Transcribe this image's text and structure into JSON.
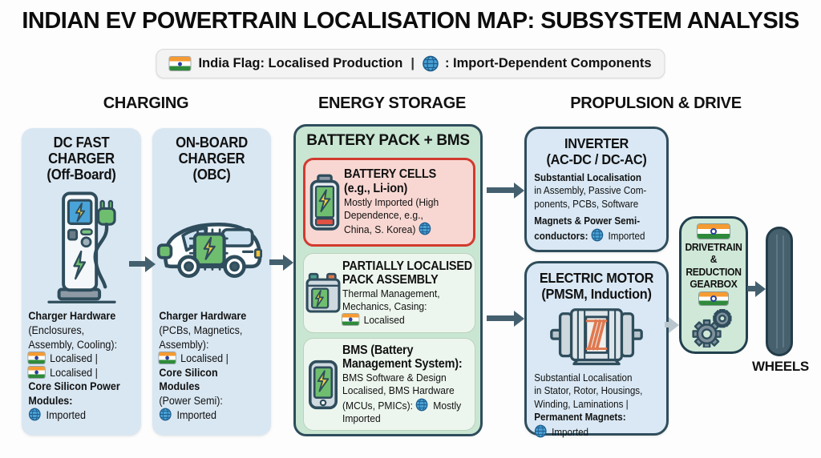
{
  "title": "INDIAN EV POWERTRAIN LOCALISATION MAP: SUBSYSTEM ANALYSIS",
  "legend": {
    "flag_label": "India Flag: Localised Production",
    "separator": "|",
    "globe_label": ": Import-Dependent Components"
  },
  "columns": {
    "charging": "CHARGING",
    "energy": "ENERGY STORAGE",
    "propulsion": "PROPULSION & DRIVE"
  },
  "cards": {
    "dc": {
      "title_lines": [
        "DC FAST",
        "CHARGER",
        "(Off-Board)"
      ],
      "body": [
        [
          {
            "b": 1,
            "t": "Charger Hardware"
          }
        ],
        [
          {
            "t": "(Enclosures,"
          }
        ],
        [
          {
            "t": "Assembly, Cooling):"
          }
        ],
        [
          {
            "icon": "flag"
          },
          {
            "t": " Localised |"
          }
        ],
        [
          {
            "icon": "flag"
          },
          {
            "t": " Localised |"
          }
        ],
        [
          {
            "b": 1,
            "t": "Core Silicon Power"
          }
        ],
        [
          {
            "b": 1,
            "t": "Modules:"
          }
        ],
        [
          {
            "icon": "globe"
          },
          {
            "t": " Imported"
          }
        ]
      ]
    },
    "obc": {
      "title_lines": [
        "ON-BOARD",
        "CHARGER",
        "(OBC)"
      ],
      "body": [
        [
          {
            "b": 1,
            "t": "Charger Hardware"
          }
        ],
        [
          {
            "t": "(PCBs, Magnetics,"
          }
        ],
        [
          {
            "t": "Assembly):"
          }
        ],
        [
          {
            "icon": "flag"
          },
          {
            "t": " Localised |"
          }
        ],
        [
          {
            "b": 1,
            "t": "Core Silicon"
          }
        ],
        [
          {
            "b": 1,
            "t": "Modules"
          }
        ],
        [
          {
            "t": "(Power Semi):"
          }
        ],
        [
          {
            "icon": "globe"
          },
          {
            "t": " Imported"
          }
        ]
      ]
    },
    "battery_pack": {
      "title": "BATTERY PACK + BMS",
      "cells_body": [
        [
          {
            "big": 1,
            "t": "BATTERY CELLS"
          }
        ],
        [
          {
            "big": 1,
            "t": "(e.g., Li-ion)"
          }
        ],
        [
          {
            "t": "Mostly Imported (High"
          }
        ],
        [
          {
            "t": "Dependence, e.g.,"
          }
        ],
        [
          {
            "t": "China, S. Korea) "
          },
          {
            "icon": "globe"
          }
        ]
      ],
      "pack_body": [
        [
          {
            "big": 1,
            "t": "PARTIALLY LOCALISED"
          }
        ],
        [
          {
            "big": 1,
            "t": "PACK ASSEMBLY"
          }
        ],
        [
          {
            "t": "Thermal Management,"
          }
        ],
        [
          {
            "t": "Mechanics, Casing:"
          }
        ],
        [
          {
            "icon": "flag"
          },
          {
            "t": " Localised"
          }
        ]
      ],
      "bms_body": [
        [
          {
            "big": 1,
            "t": "BMS (Battery"
          }
        ],
        [
          {
            "big": 1,
            "t": "Management System):"
          }
        ],
        [
          {
            "t": "BMS Software & Design"
          }
        ],
        [
          {
            "t": "Localised, BMS Hardware"
          }
        ],
        [
          {
            "t": "(MCUs, PMICs): "
          },
          {
            "icon": "globe"
          },
          {
            "t": " Mostly"
          }
        ],
        [
          {
            "t": "Imported"
          }
        ]
      ]
    },
    "inverter": {
      "title_lines": [
        "INVERTER",
        "(AC-DC / DC-AC)"
      ],
      "body": [
        [
          {
            "b": 1,
            "t": "Substantial Localisation"
          }
        ],
        [
          {
            "t": "in Assembly, Passive Com-"
          }
        ],
        [
          {
            "t": "ponents, PCBs, Software"
          }
        ],
        [
          {
            "b": 1,
            "gap": 1,
            "t": "Magnets & Power Semi-"
          }
        ],
        [
          {
            "b": 1,
            "t": "conductors: "
          },
          {
            "icon": "globe"
          },
          {
            "t": " Imported"
          }
        ]
      ]
    },
    "motor": {
      "title_lines": [
        "ELECTRIC MOTOR",
        "(PMSM, Induction)"
      ],
      "body": [
        [
          {
            "t": "Substantial Localisation"
          }
        ],
        [
          {
            "t": "in Stator, Rotor, Housings,"
          }
        ],
        [
          {
            "t": "Winding, Laminations |"
          }
        ],
        [
          {
            "b": 1,
            "t": "Permanent Magnets:"
          }
        ],
        [
          {
            "icon": "globe"
          },
          {
            "t": " Imported"
          }
        ]
      ]
    },
    "drivetrain": {
      "title_lines": [
        "DRIVETRAIN",
        "& REDUCTION",
        "GEARBOX"
      ]
    },
    "wheels_label": "WHEELS"
  },
  "icons": {
    "legend_flag": "india-flag-icon",
    "legend_globe": "globe-icon",
    "dc": "ev-charging-station-icon",
    "obc": "ev-van-obc-chip-icon",
    "cells": "li-ion-battery-icon",
    "pack": "battery-module-icon",
    "bms": "bms-controller-icon",
    "motor": "electric-motor-icon",
    "gears": "reduction-gears-icon",
    "wheel": "tire-icon"
  },
  "colors": {
    "charging_card_bg": "#d9e7f2",
    "battery_container_bg": "#c9e6d3",
    "cells_bg": "#f8d7d2",
    "cells_border": "#d23a2e",
    "subcard_bg": "#edf6ee",
    "propulsion_card_bg": "#d9e8f4",
    "drivetrain_bg": "#cfe8d8",
    "outline": "#2f4d5c",
    "arrow": "#44606f",
    "flag_saffron": "#f59b32",
    "flag_green": "#2f8b3b",
    "globe_blue": "#4aa0d4"
  }
}
